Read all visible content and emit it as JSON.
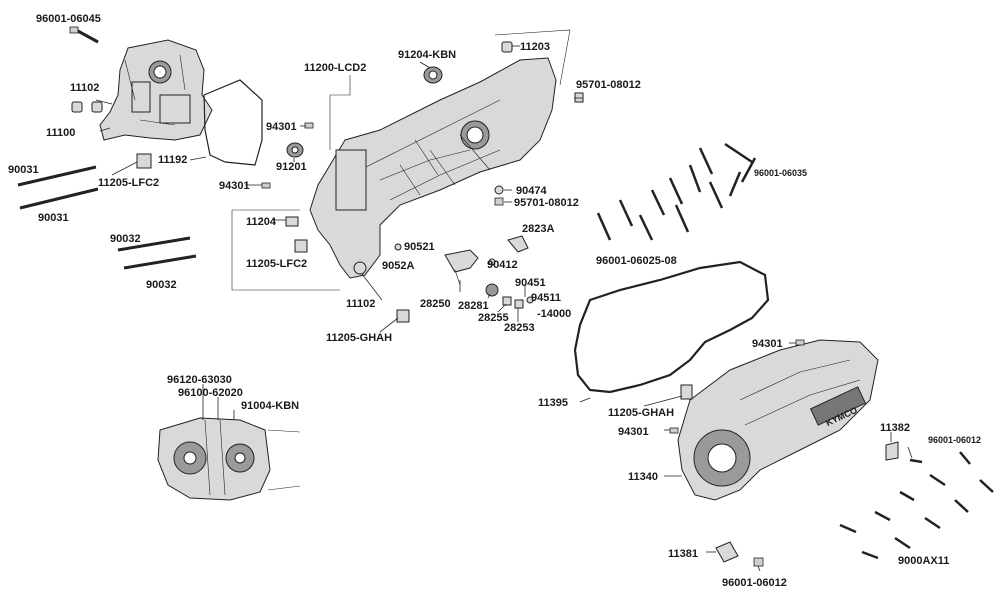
{
  "labels": {
    "l_96001_06045": "96001-06045",
    "l_11102_a": "11102",
    "l_11100": "11100",
    "l_90031_a": "90031",
    "l_90031_b": "90031",
    "l_11205_lfc2_a": "11205-LFC2",
    "l_11192": "11192",
    "l_94301_a": "94301",
    "l_94301_b": "94301",
    "l_91201": "91201",
    "l_11200_lcd2": "11200-LCD2",
    "l_91204_kbn": "91204-KBN",
    "l_11203": "11203",
    "l_95701_08012_a": "95701-08012",
    "l_90474": "90474",
    "l_95701_08012_b": "95701-08012",
    "l_96001_06035": "96001-06035",
    "l_11204": "11204",
    "l_11205_lfc2_b": "11205-LFC2",
    "l_90032_a": "90032",
    "l_90032_b": "90032",
    "l_90521": "90521",
    "l_9052a": "9052A",
    "l_2823a": "2823A",
    "l_90412": "90412",
    "l_96001_06025_08": "96001-06025-08",
    "l_11102_b": "11102",
    "l_28250": "28250",
    "l_28281": "28281",
    "l_28255": "28255",
    "l_90451": "90451",
    "l_94511": "94511",
    "l_14000": "-14000",
    "l_28253": "28253",
    "l_11205_ghah_a": "11205-GHAH",
    "l_96120_63030": "96120-63030",
    "l_96100_62020": "96100-62020",
    "l_91004_kbn": "91004-KBN",
    "l_94301_c": "94301",
    "l_11395": "11395",
    "l_11205_ghah_b": "11205-GHAH",
    "l_94301_d": "94301",
    "l_11382": "11382",
    "l_96001_06012_a": "96001-06012",
    "l_11340": "11340",
    "l_11381": "11381",
    "l_96001_06012_b": "96001-06012",
    "l_9000ax11": "9000AX11",
    "logo_text": "KYMCO"
  }
}
